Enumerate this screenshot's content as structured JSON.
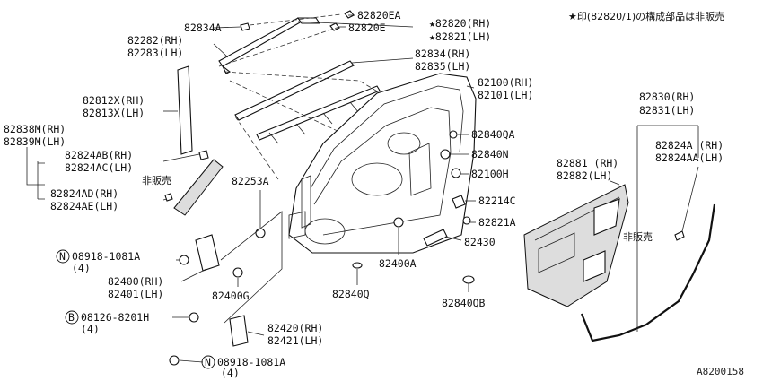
{
  "header": {
    "note": "★印(82820/1)の構成部品は非販売",
    "ref": "A8200158"
  },
  "labels": {
    "p82834A": "82834A",
    "p82820EA": "82820EA",
    "p82820E": "82820E",
    "p82820rh": "★82820(RH)",
    "p82821lh": "★82821(LH)",
    "p82282rh": "82282(RH)",
    "p82283lh": "82283(LH)",
    "p82834rh": "82834(RH)",
    "p82835lh": "82835(LH)",
    "p82100rh": "82100(RH)",
    "p82101lh": "82101(LH)",
    "p82812": "82812X(RH)",
    "p82813": "82813X(LH)",
    "p82838": "82838M(RH)",
    "p82839": "82839M(LH)",
    "p82824AB": "82824AB(RH)",
    "p82824AC": "82824AC(LH)",
    "hibaibai1": "非販売",
    "p82824AD": "82824AD(RH)",
    "p82824AE": "82824AE(LH)",
    "p82840QA": "82840QA",
    "p82840N": "82840N",
    "p82100H": "82100H",
    "p82253A": "82253A",
    "p82214C": "82214C",
    "p82821A": "82821A",
    "p82430": "82430",
    "p82400A": "82400A",
    "p82840Q": "82840Q",
    "p82840QB": "82840QB",
    "p82830": "82830(RH)",
    "p82831": "82831(LH)",
    "p82824A": "82824A (RH)",
    "p82824AA": "82824AA(LH)",
    "p82881": "82881 (RH)",
    "p82882": "82882(LH)",
    "hibaibai2": "非販売",
    "bolt1": "08918-1081A",
    "bolt1qty": "(4)",
    "p82400": "82400(RH)",
    "p82401": "82401(LH)",
    "p82400G": "82400G",
    "bolt2": "08126-8201H",
    "bolt2qty": "(4)",
    "p82420": "82420(RH)",
    "p82421": "82421(LH)",
    "bolt3": "08918-1081A",
    "bolt3qty": "(4)",
    "circleN1": "N",
    "circleB": "B",
    "circleN2": "N"
  }
}
